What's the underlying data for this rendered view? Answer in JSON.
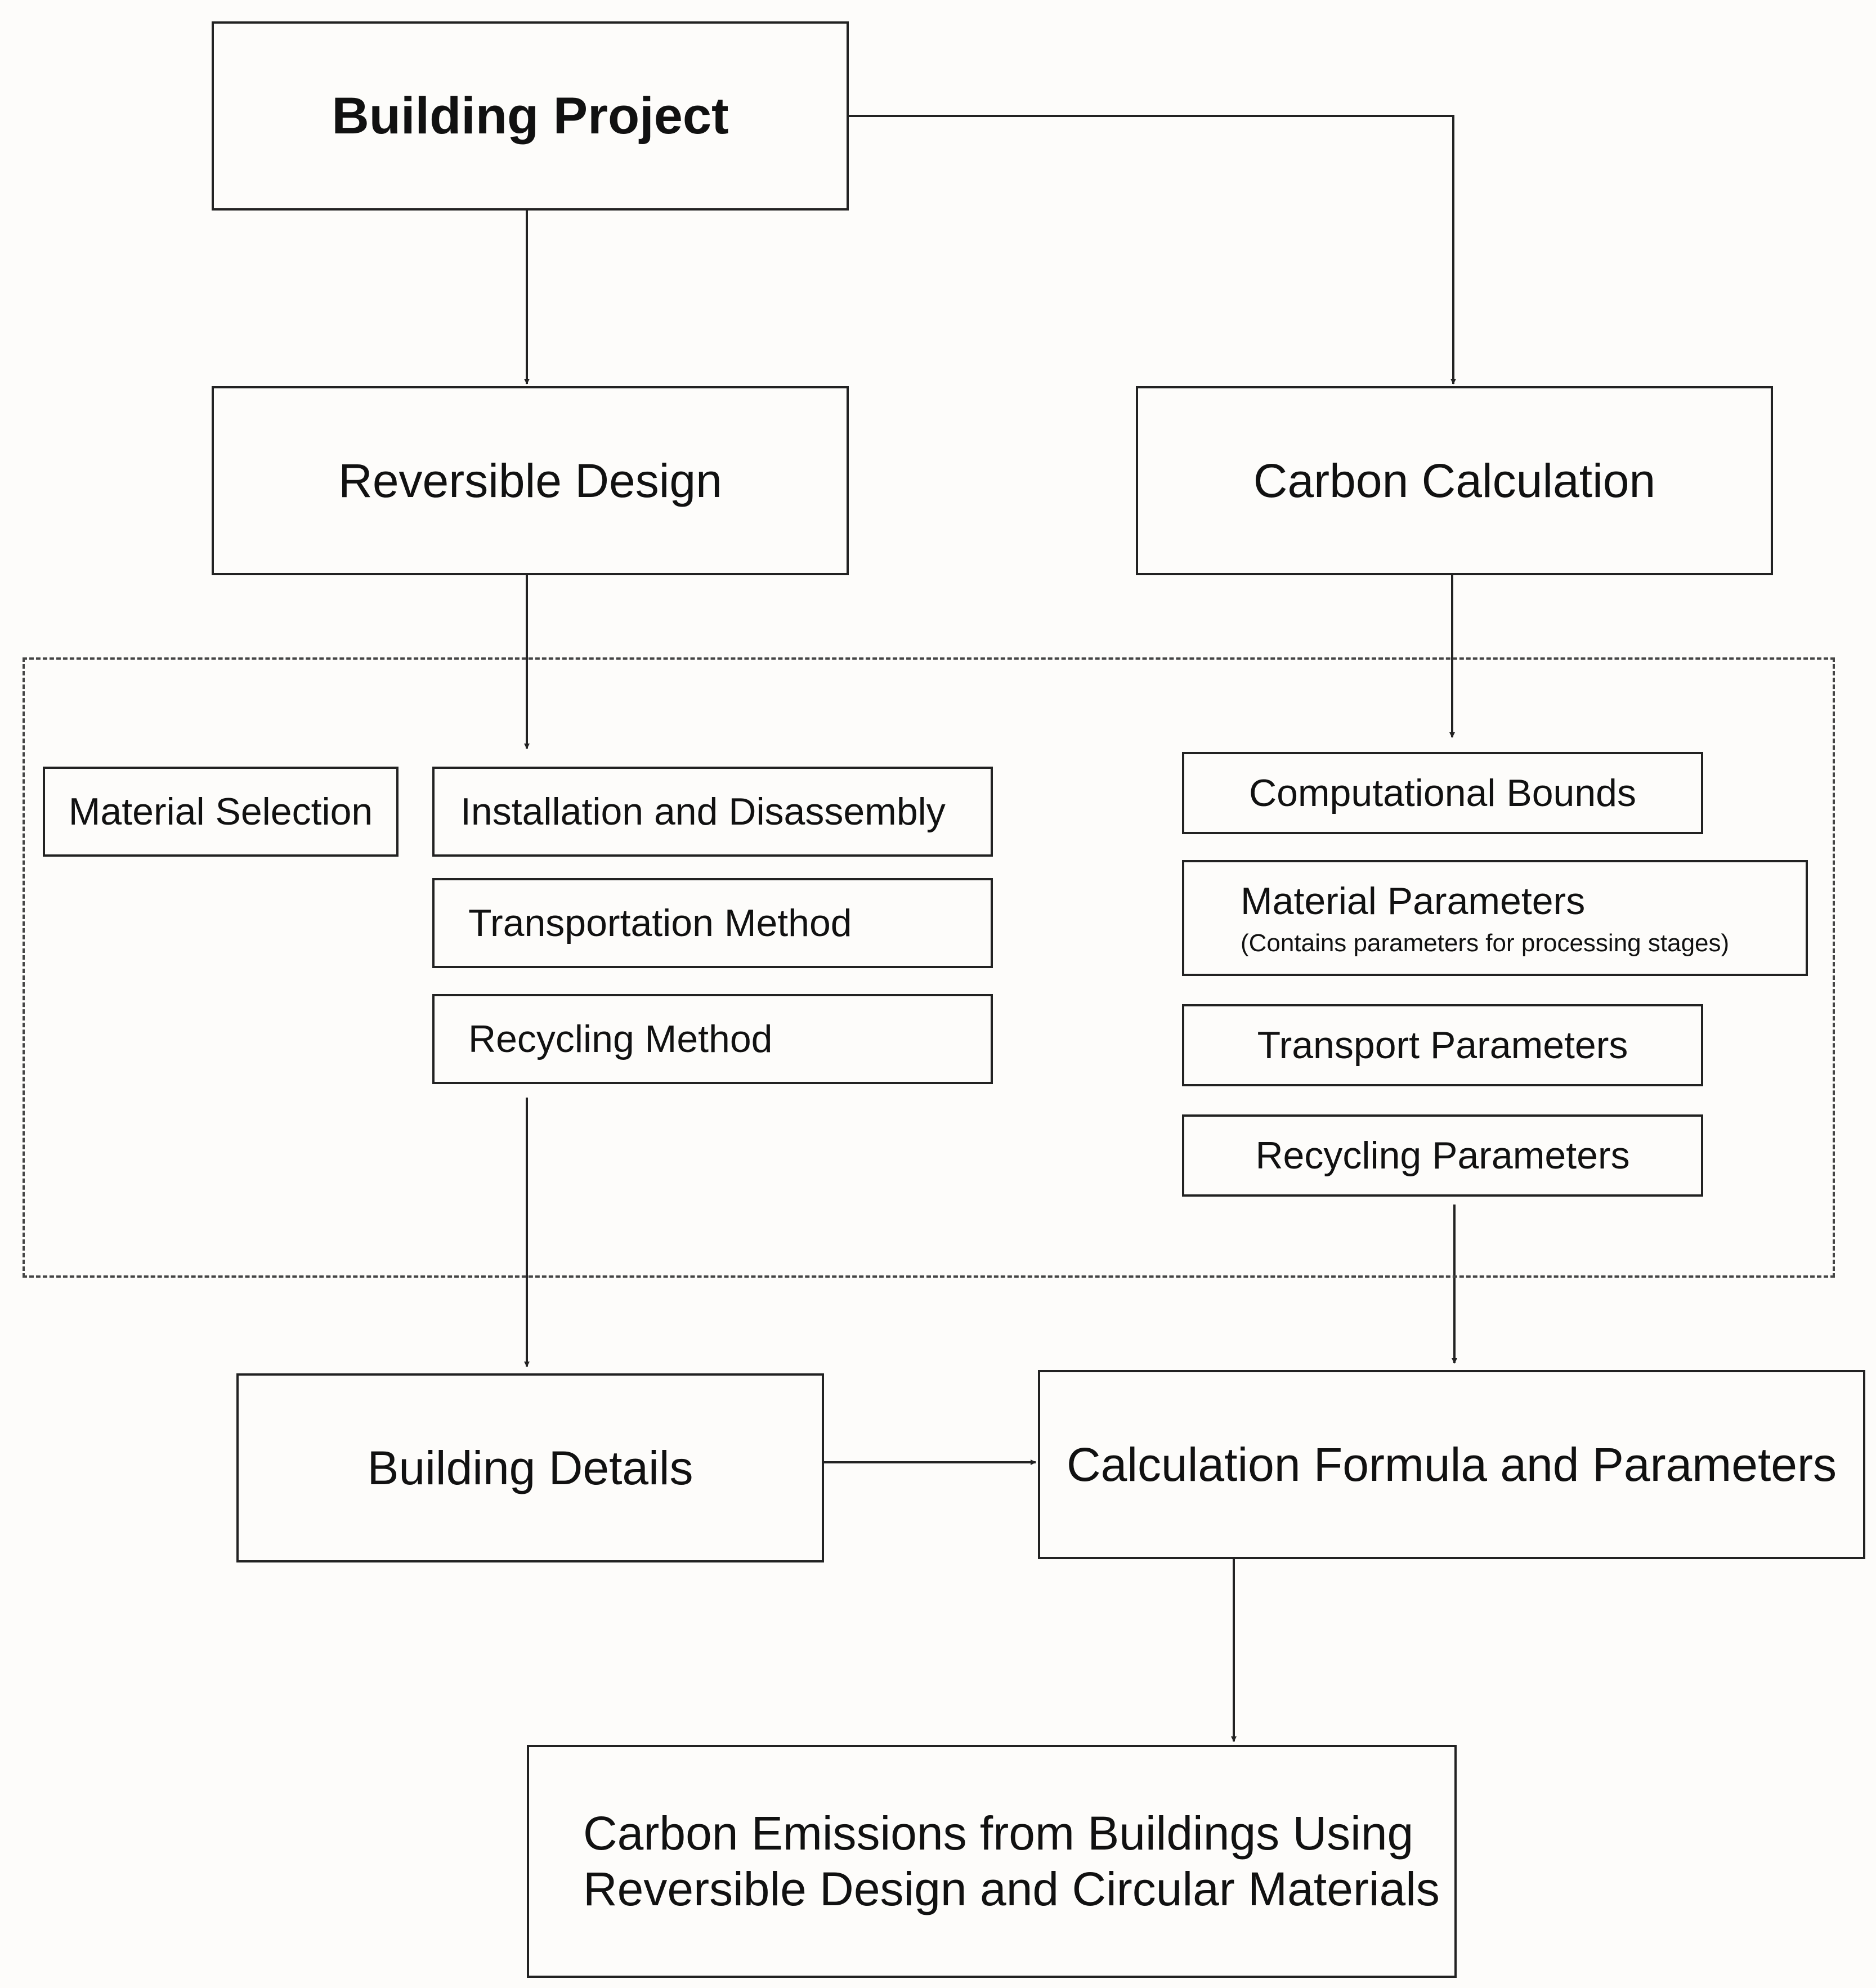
{
  "nodes": {
    "building_project": "Building Project",
    "reversible_design": "Reversible Design",
    "carbon_calculation": "Carbon Calculation",
    "material_selection": "Material Selection",
    "installation_disassembly": "Installation and Disassembly",
    "transportation_method": "Transportation Method",
    "recycling_method": "Recycling Method",
    "computational_bounds": "Computational Bounds",
    "material_parameters": "Material Parameters",
    "material_parameters_note": "(Contains parameters for processing stages)",
    "transport_parameters": "Transport Parameters",
    "recycling_parameters": "Recycling Parameters",
    "building_details": "Building Details",
    "calculation_formula": "Calculation Formula and Parameters",
    "result_line1": "Carbon Emissions from Buildings Using",
    "result_line2": "Reversible Design and Circular Materials"
  },
  "edges": [
    {
      "from": "building_project",
      "to": "reversible_design"
    },
    {
      "from": "building_project",
      "to": "carbon_calculation"
    },
    {
      "from": "reversible_design",
      "to": "design_group"
    },
    {
      "from": "carbon_calculation",
      "to": "calculation_group"
    },
    {
      "from": "design_group",
      "to": "building_details"
    },
    {
      "from": "calculation_group",
      "to": "calculation_formula"
    },
    {
      "from": "building_details",
      "to": "calculation_formula"
    },
    {
      "from": "calculation_formula",
      "to": "result"
    }
  ]
}
